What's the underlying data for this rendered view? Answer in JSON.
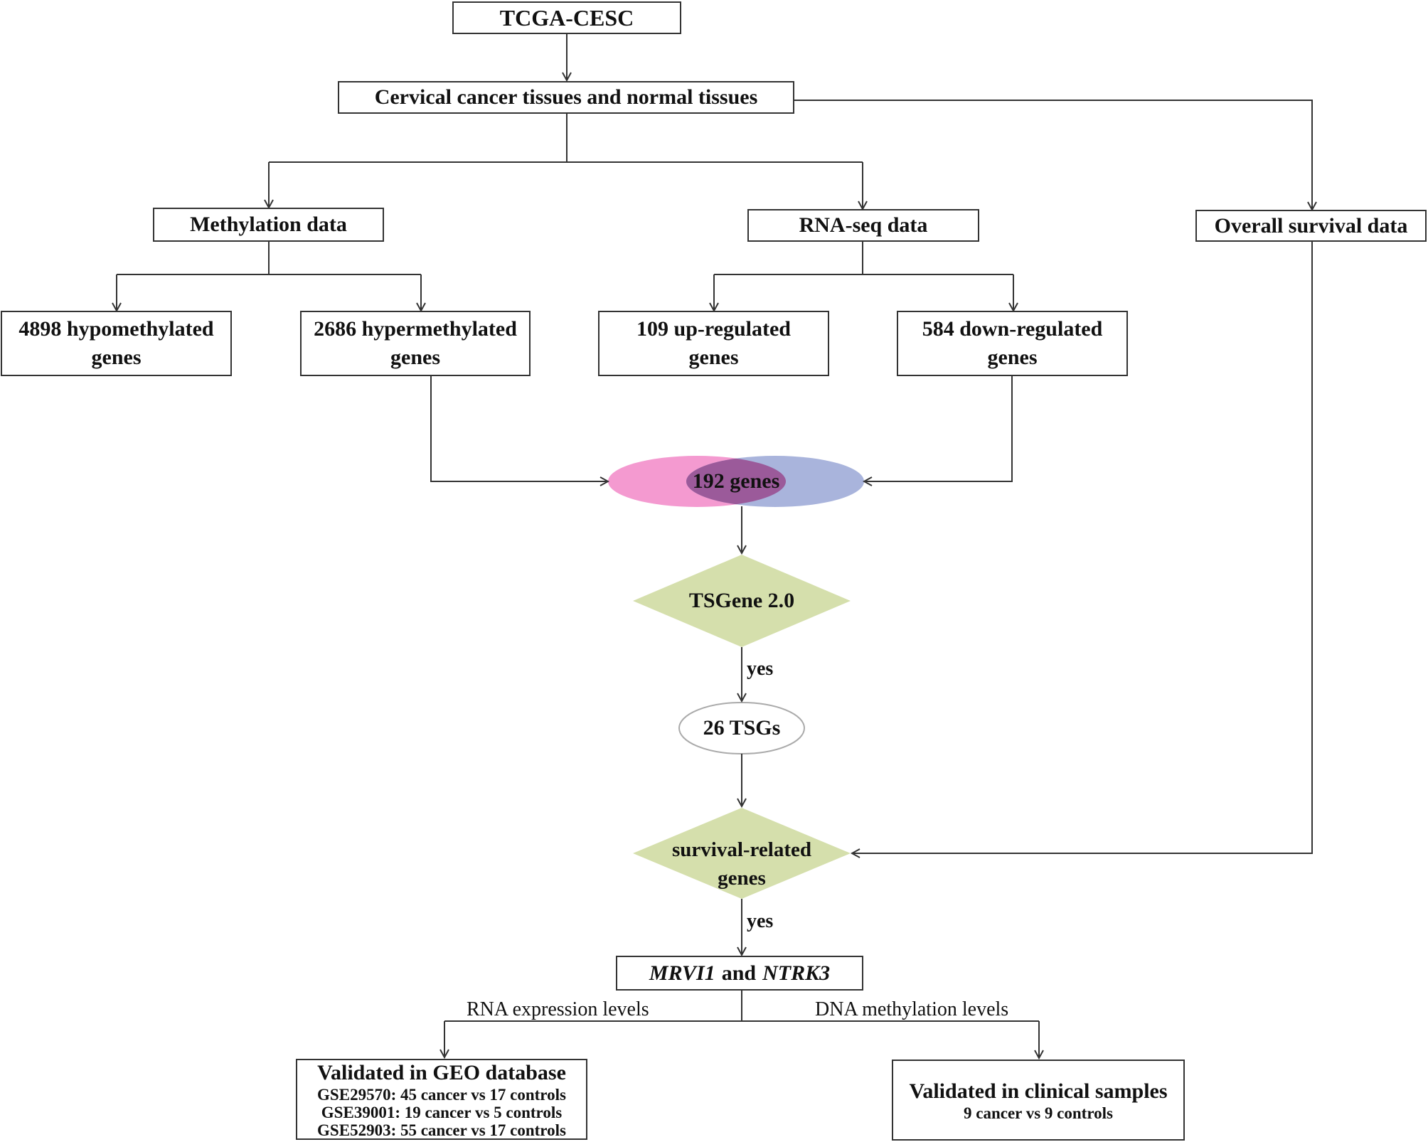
{
  "colors": {
    "line": "#333333",
    "venn_left": "#f49ad0",
    "venn_right": "#a9b4dc",
    "venn_overlap": "#9b5a9a",
    "diamond_fill": "#d5dfac",
    "tsg_ellipse_border": "#aaaaaa"
  },
  "nodes": {
    "tcga": "TCGA-CESC",
    "tissues": "Cervical cancer tissues and normal tissues",
    "methylation": "Methylation data",
    "rnaseq": "RNA-seq data",
    "survival_data": "Overall survival data",
    "hypo": "4898 hypomethylated genes",
    "hyper": "2686 hypermethylated genes",
    "up": "109 up-regulated genes",
    "down": "584 down-regulated genes",
    "venn_label": "192 genes",
    "tsgene": "TSGene 2.0",
    "yes1": "yes",
    "tsgs": "26 TSGs",
    "survival_related": "survival-related genes",
    "yes2": "yes",
    "gene1": "MRVI1",
    "and_text": "and",
    "gene2": "NTRK3",
    "rna_expr_label": "RNA expression levels",
    "dna_meth_label": "DNA methylation levels",
    "geo_title": "Validated in GEO database",
    "geo_lines": [
      "GSE29570: 45 cancer vs 17 controls",
      "GSE39001: 19 cancer vs 5 controls",
      "GSE52903: 55 cancer vs 17 controls"
    ],
    "clinical_title": "Validated in clinical samples",
    "clinical_sub": "9 cancer vs 9 controls"
  }
}
